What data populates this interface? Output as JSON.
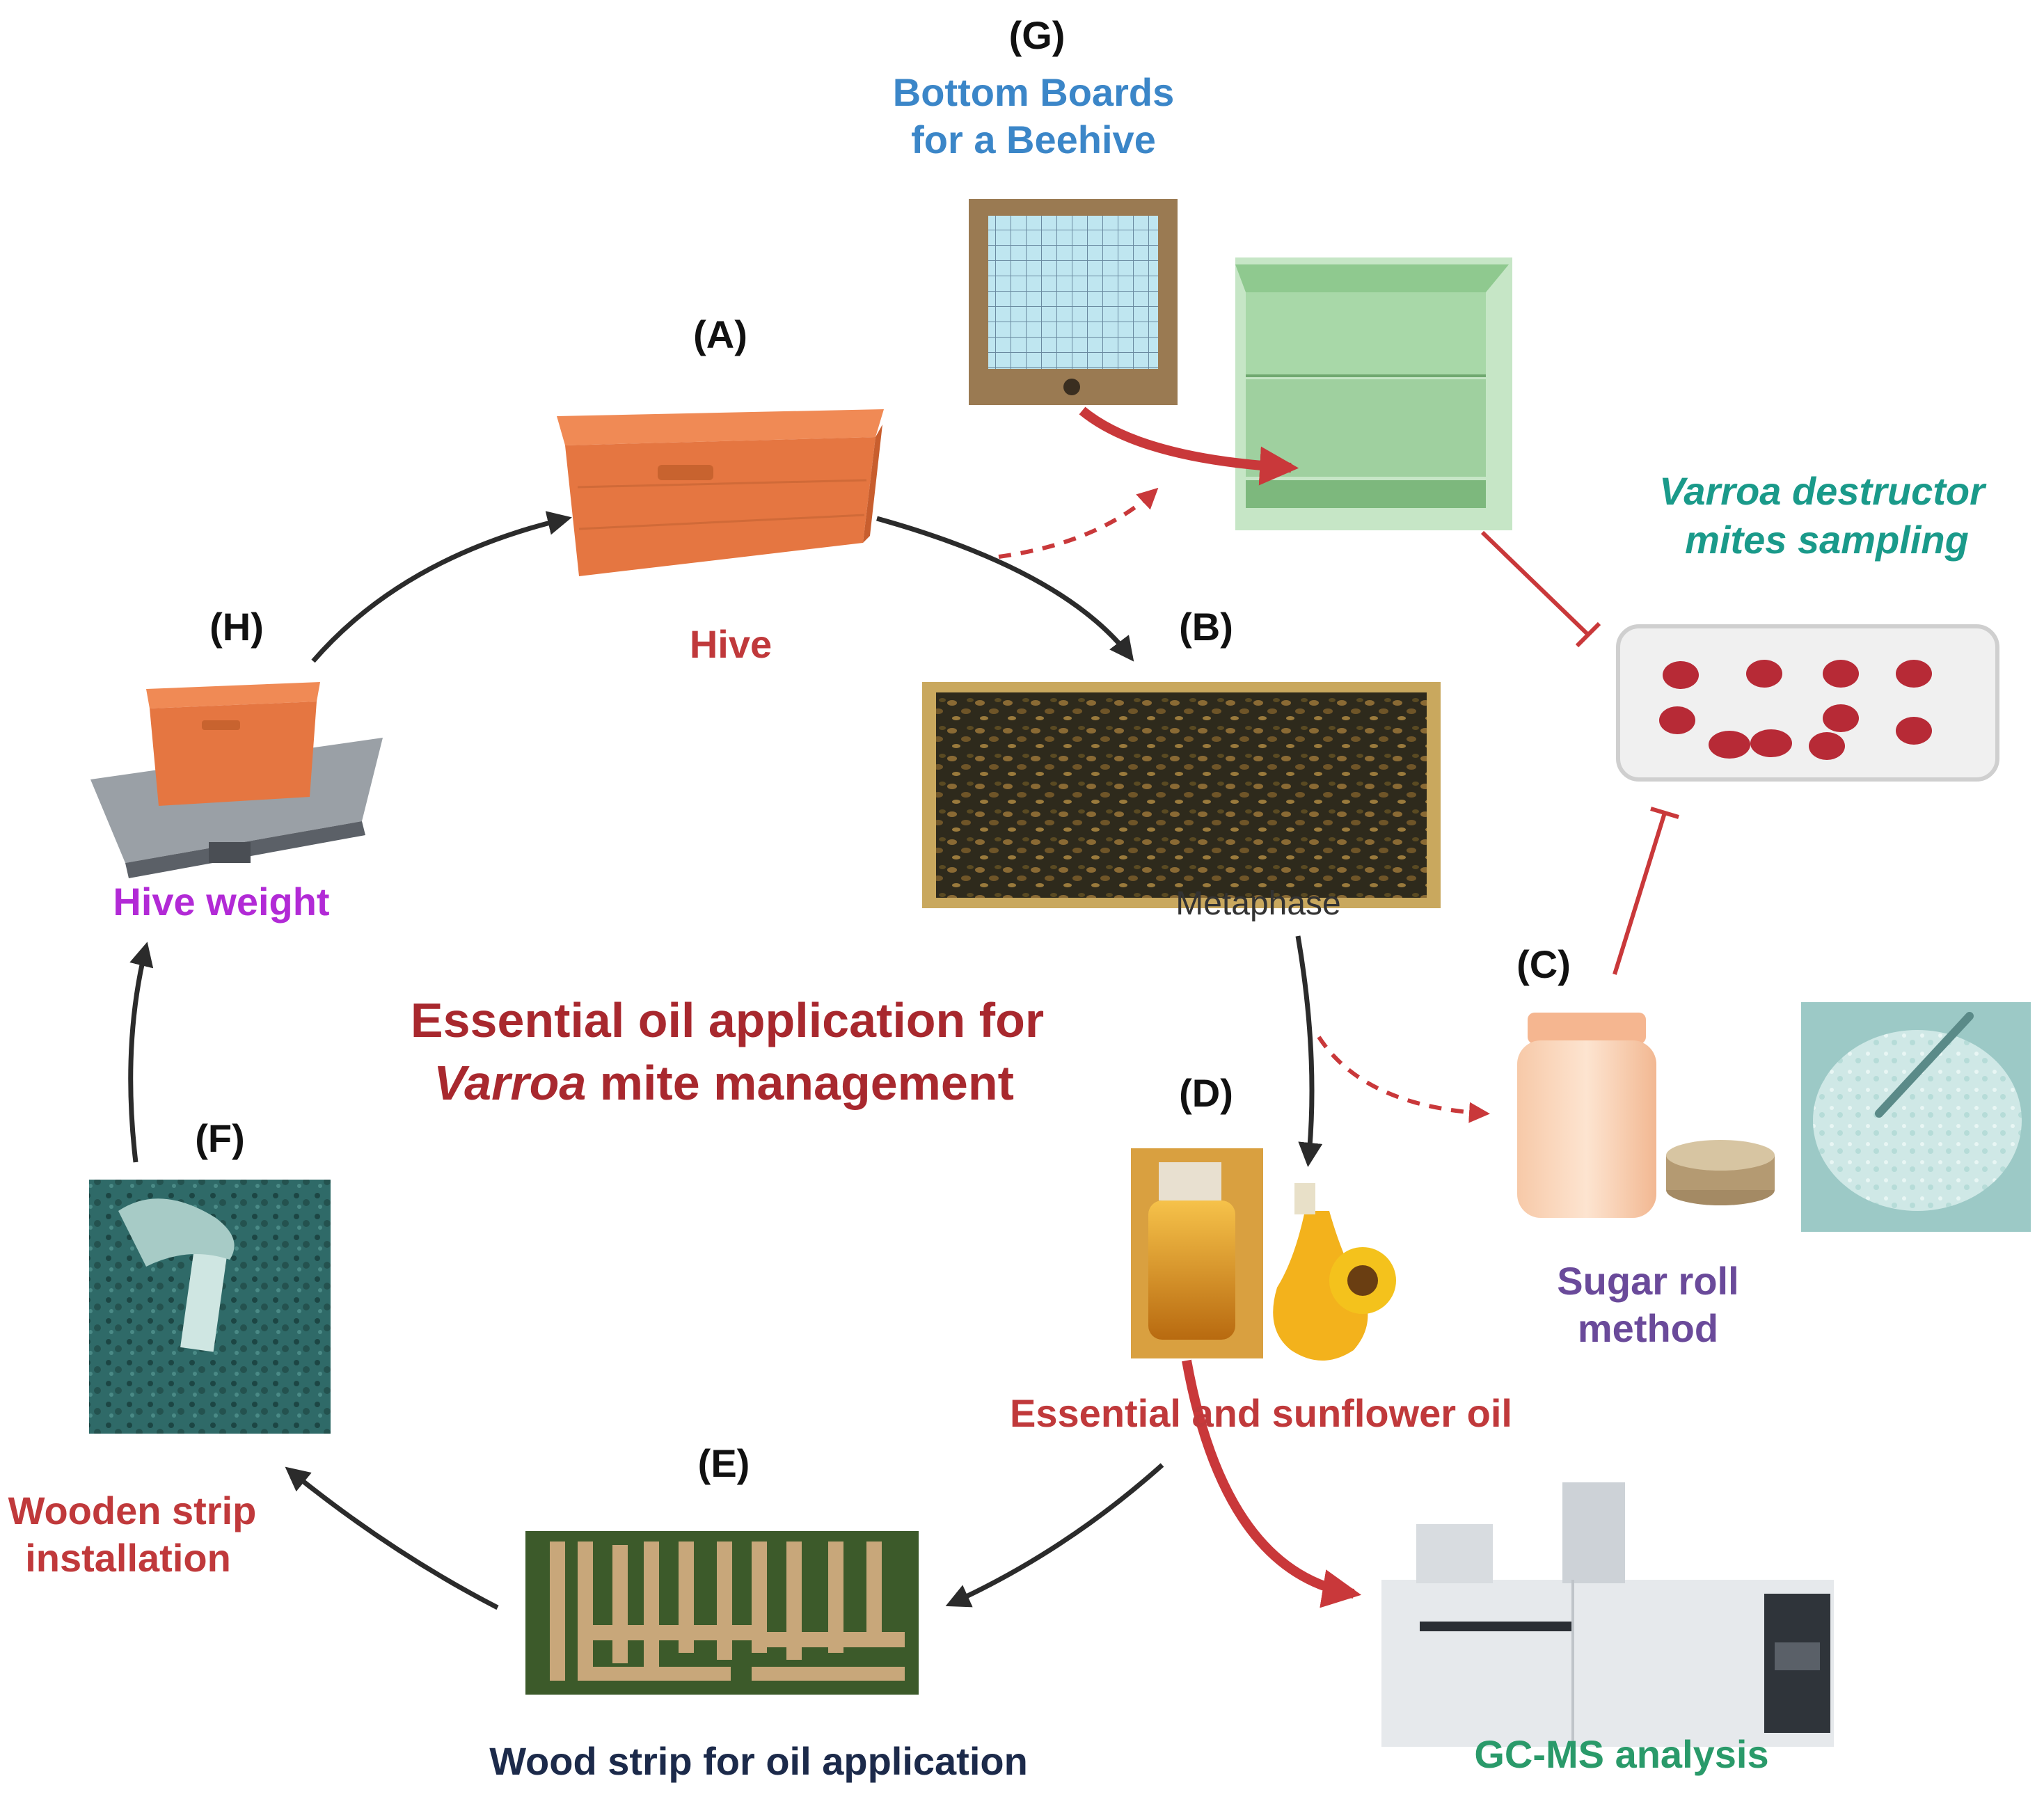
{
  "letters": {
    "a": "(A)",
    "b": "(B)",
    "c": "(C)",
    "d": "(D)",
    "e": "(E)",
    "f": "(F)",
    "g": "(G)",
    "h": "(H)"
  },
  "labels": {
    "hive": "Hive",
    "hive_weight": "Hive weight",
    "bottom_boards_1": "Bottom Boards",
    "bottom_boards_2": "for a Beehive",
    "varroa_1": "Varroa destructor",
    "varroa_2": "mites sampling",
    "sugar_1": "Sugar roll",
    "sugar_2": "method",
    "oil": "Essential  and sunflower oil",
    "wood": "Wood strip for oil application",
    "strip_1": "Wooden strip",
    "strip_2": "installation",
    "gcms": "GC-MS analysis",
    "metaphase": "Metaphase"
  },
  "title": {
    "line1": "Essential oil application for",
    "line2_italic": "Varroa",
    "line2_rest": " mite management"
  },
  "colors": {
    "red_label": "#c0393b",
    "title_red": "#a8282e",
    "blue_label": "#3b86c8",
    "teal_label": "#1a9a8a",
    "purple_label": "#b22ad6",
    "indigo_label": "#6a4a9a",
    "navy_label": "#1c2a4a",
    "green_label": "#2a9a6a",
    "hive_orange": "#e97a45",
    "arrow_dark": "#2b2b2b",
    "arrow_red": "#c9383a"
  }
}
